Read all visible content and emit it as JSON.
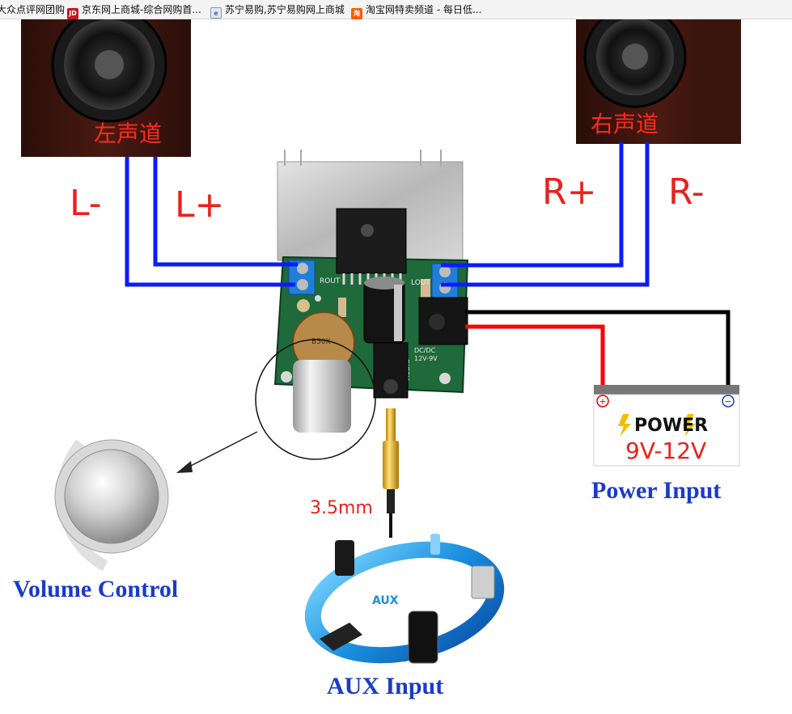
{
  "bookmarks": [
    {
      "icon": "none",
      "label": "大众点评网团购"
    },
    {
      "icon": "jd-icon",
      "badge": "JD",
      "label": "京东网上商城-综合网购首..."
    },
    {
      "icon": "suning-icon",
      "badge": "e",
      "label": "苏宁易购,苏宁易购网上商城"
    },
    {
      "icon": "taobao-icon",
      "badge": "淘",
      "label": "淘宝网特卖频道 - 每日低..."
    }
  ],
  "speakers": {
    "left_label": "左声道",
    "right_label": "右声道"
  },
  "wires": {
    "l_minus": "L-",
    "l_plus": "L+",
    "r_plus": "R+",
    "r_minus": "R-"
  },
  "board": {
    "rout": "ROUT",
    "lout": "LOUT",
    "audio": "AUDIO",
    "dc": "DC/DC",
    "dc_range": "12V-9V",
    "pot_code": "B50K"
  },
  "battery": {
    "plus": "+",
    "minus": "−",
    "brand": "POWER",
    "voltage": "9V-12V"
  },
  "plug_size": "3.5mm",
  "aux_ring_label": "AUX",
  "captions": {
    "power": "Power Input",
    "volume": "Volume Control",
    "aux": "AUX Input"
  },
  "colors": {
    "wire_blue": "#0b1bff",
    "wire_red": "#ff0000",
    "wire_black": "#000000",
    "label_red": "#e8221c",
    "caption_blue": "#1a3bc8",
    "pcb_green": "#1e6a3a",
    "terminal_blue": "#1f7fd8"
  }
}
